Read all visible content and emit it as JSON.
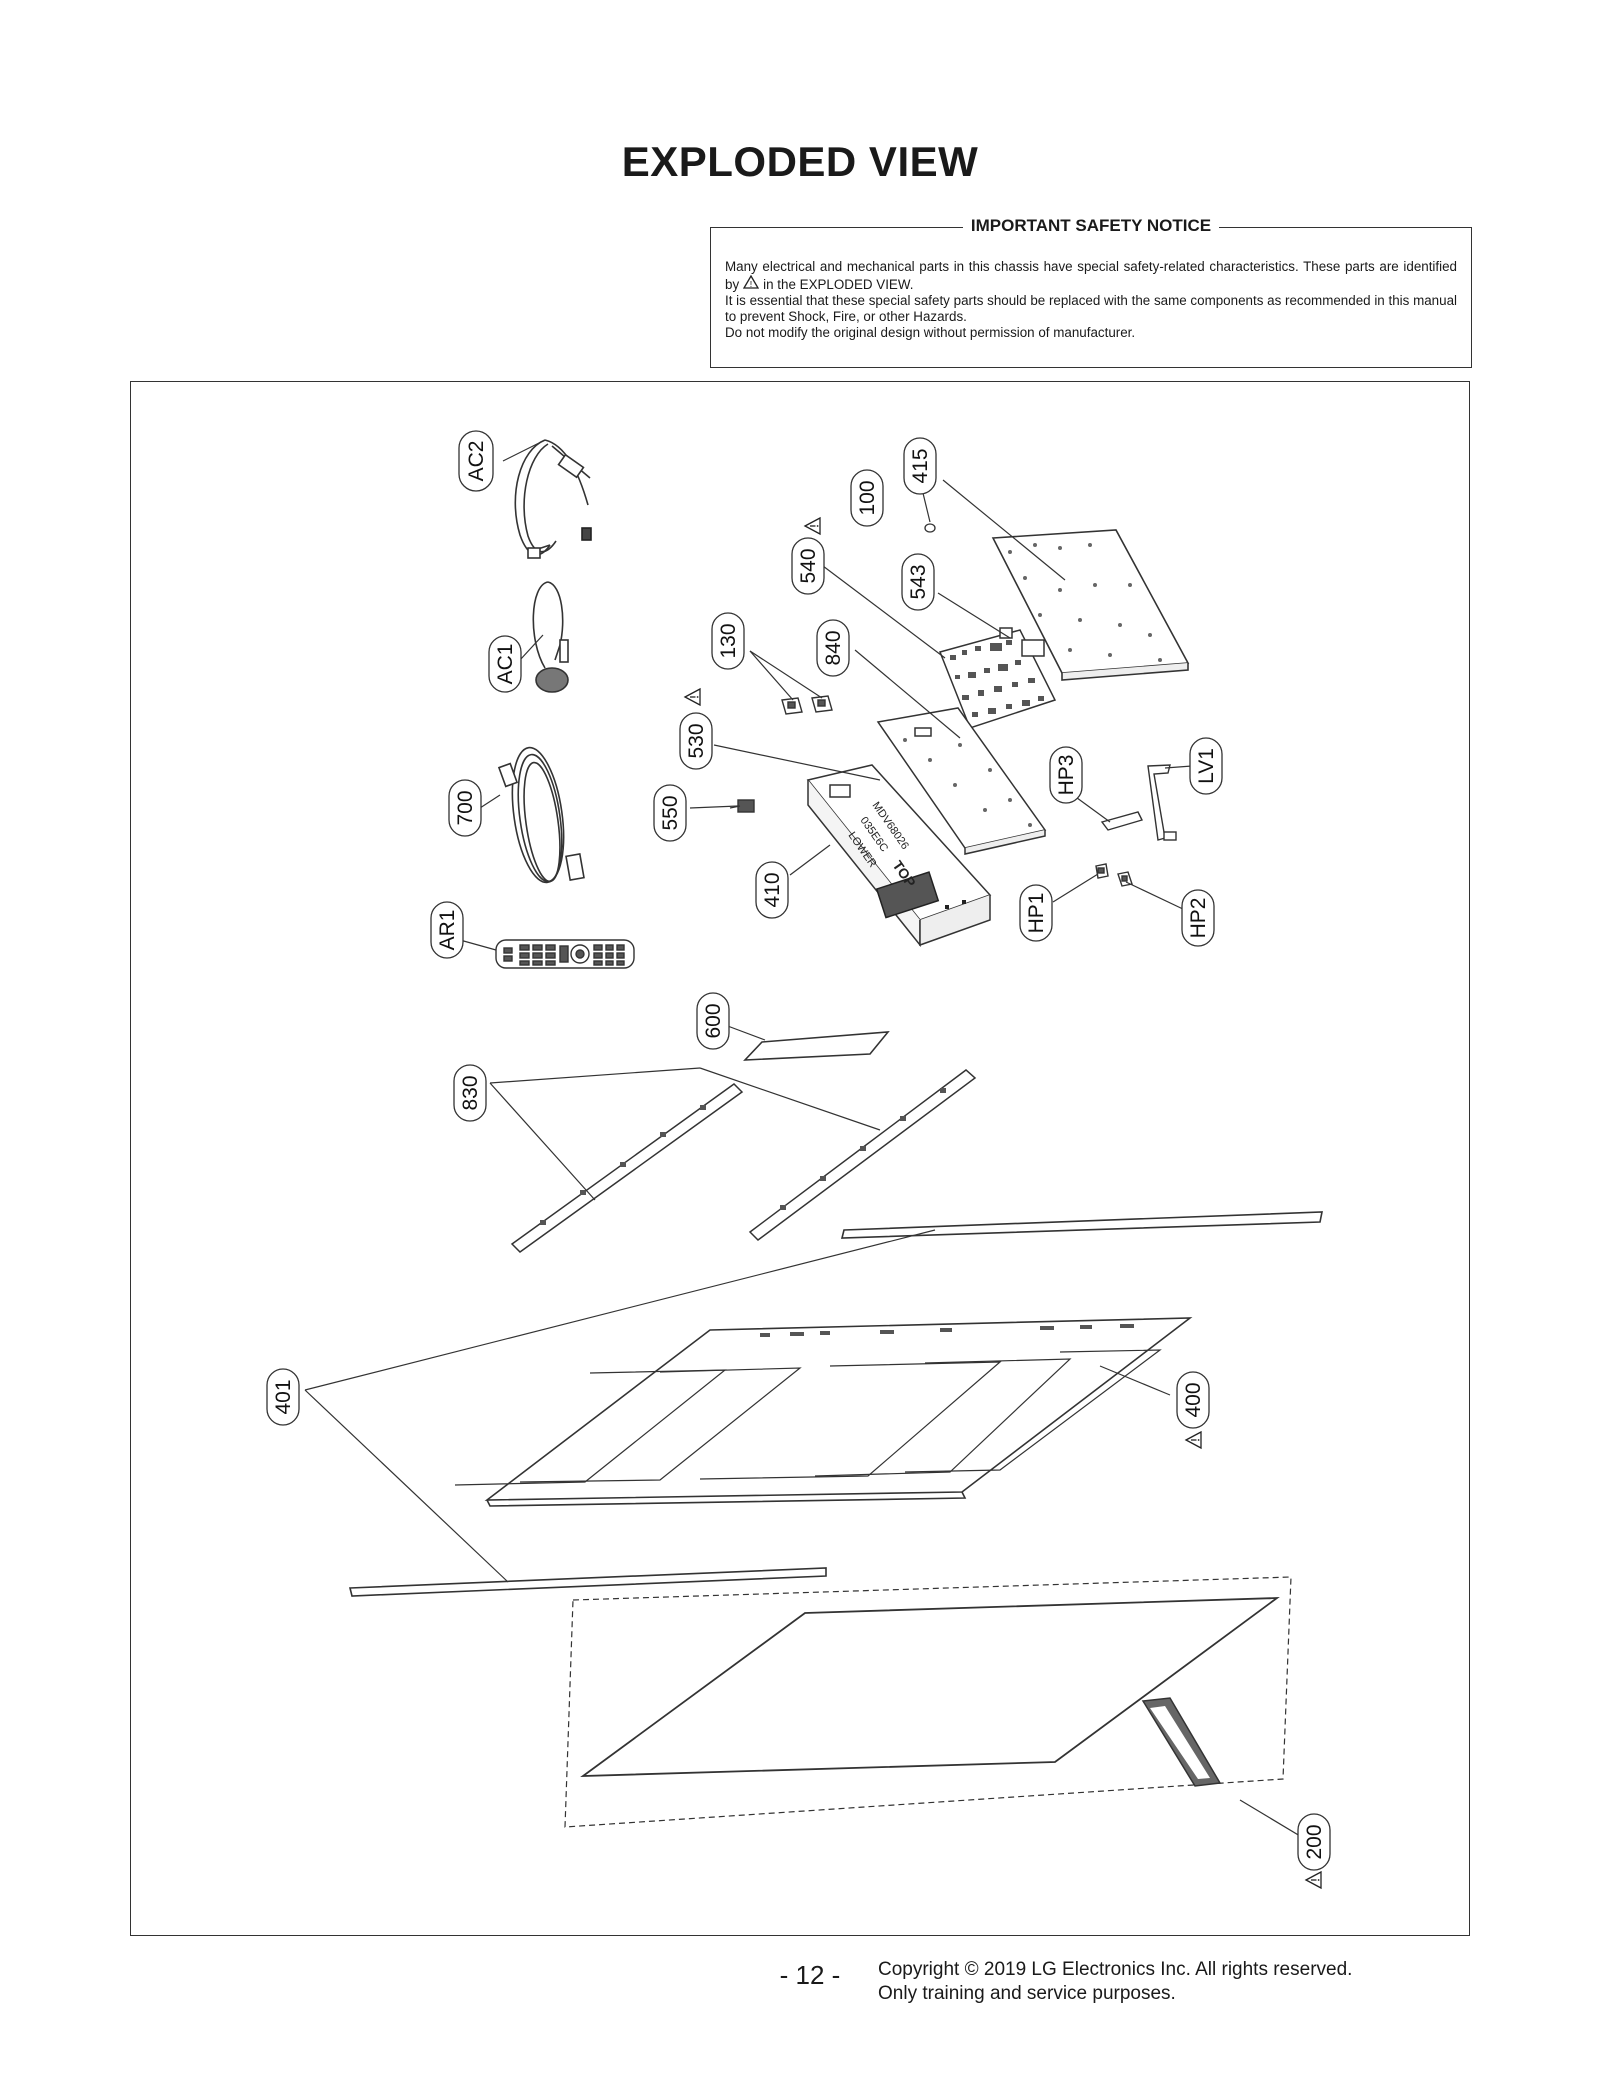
{
  "title": "EXPLODED VIEW",
  "safety_notice": {
    "heading": "IMPORTANT SAFETY NOTICE",
    "line1a": "Many electrical and mechanical parts in this chassis have special safety-related characteristics. These parts are identified by",
    "line1b": "in the EXPLODED VIEW.",
    "line2": "It is essential that these special safety parts should be replaced with the same components as recommended in this manual to prevent Shock, Fire, or other Hazards.",
    "line3": "Do not modify the original design without permission of manufacturer."
  },
  "callouts": {
    "AC2": "AC2",
    "AC1": "AC1",
    "c700": "700",
    "AR1": "AR1",
    "c100": "100",
    "c415": "415",
    "c540": "540",
    "c543": "543",
    "c130": "130",
    "c840": "840",
    "c530": "530",
    "c550": "550",
    "c410": "410",
    "HP3": "HP3",
    "LV1": "LV1",
    "HP1": "HP1",
    "HP2": "HP2",
    "c600": "600",
    "c830": "830",
    "c401": "401",
    "c400": "400",
    "c200": "200"
  },
  "board_print": {
    "top": "TOP",
    "lower": "LOWER",
    "model": "MDV68026",
    "code": "035E6C"
  },
  "footer": {
    "page_number": "- 12 -",
    "copyright": "Copyright © 2019 LG Electronics Inc. All rights reserved.",
    "purpose": "Only training and service purposes."
  }
}
